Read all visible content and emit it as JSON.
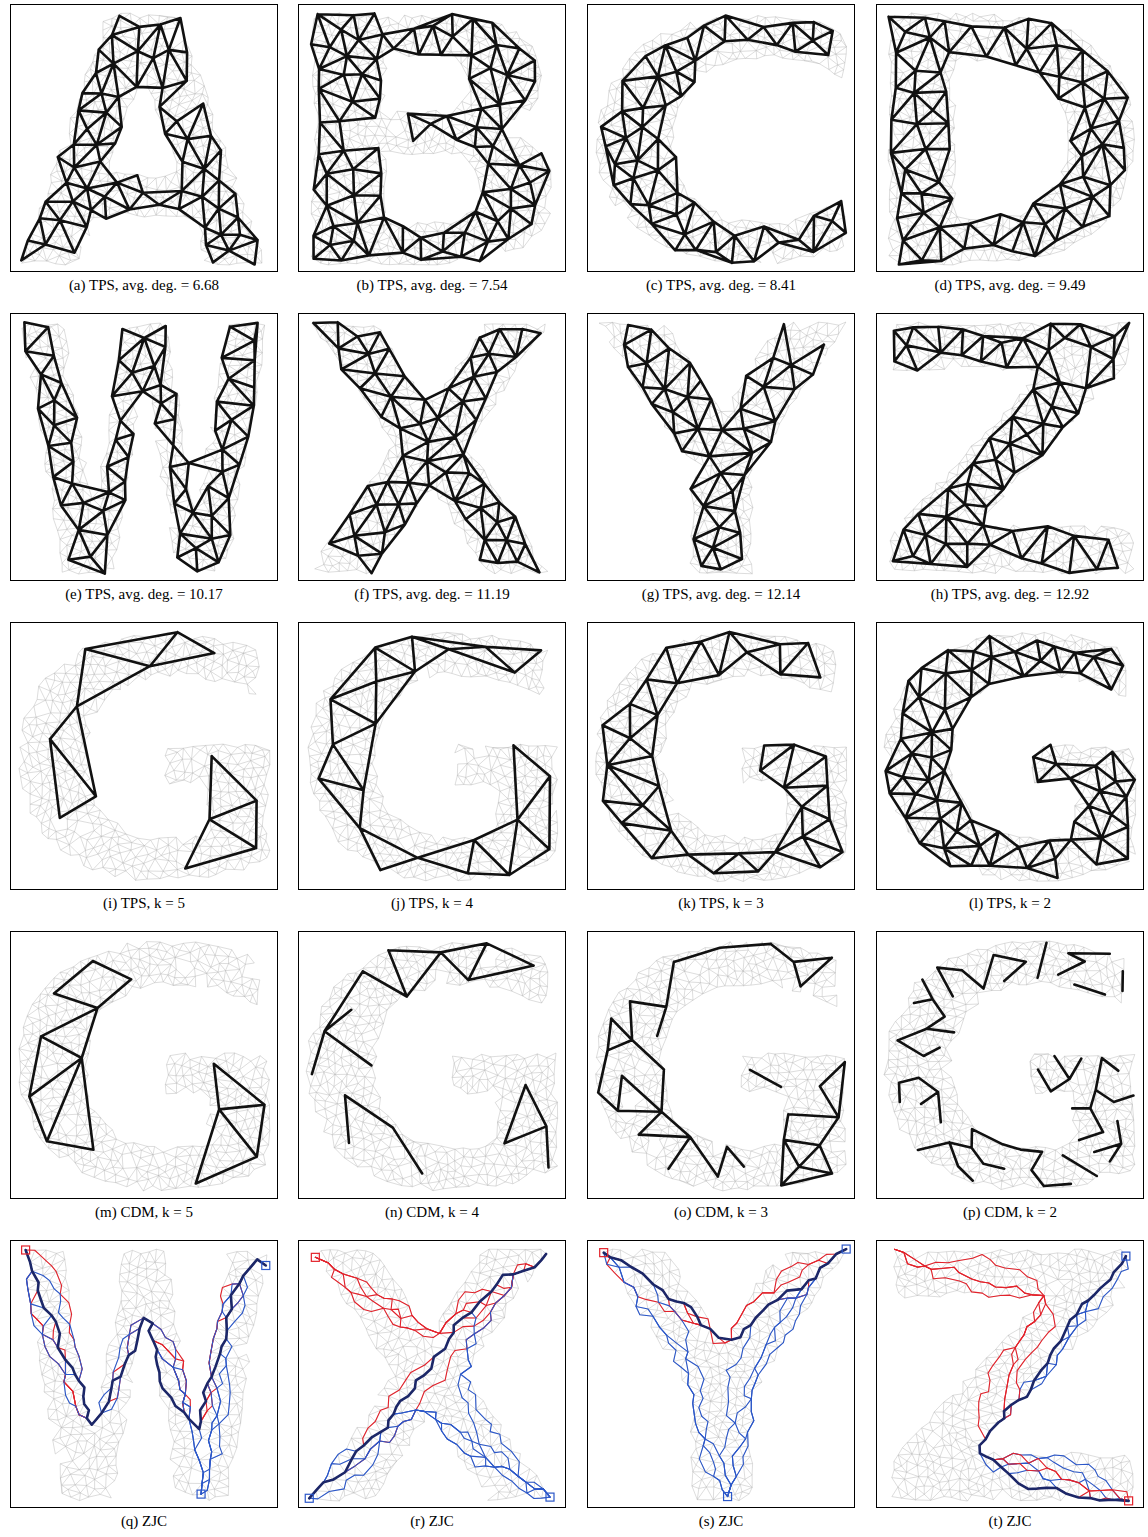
{
  "diagram": {
    "labels": [
      "(a) TPS, avg. deg. = 6.68",
      "(b) TPS, avg. deg. = 7.54",
      "(c) TPS, avg. deg. = 8.41",
      "(d) TPS, avg. deg. = 9.49",
      "(e) TPS, avg. deg. = 10.17",
      "(f) TPS, avg. deg. = 11.19",
      "(g) TPS, avg. deg. = 12.14",
      "(h) TPS, avg. deg. = 12.92",
      "(i) TPS, k = 5",
      "(j) TPS, k = 4",
      "(k) TPS, k = 3",
      "(l) TPS, k = 2",
      "(m) CDM, k = 5",
      "(n) CDM, k = 4",
      "(o) CDM, k = 3",
      "(p) CDM, k = 2",
      "(q) ZJC",
      "(r) ZJC",
      "(s) ZJC",
      "(t) ZJC"
    ]
  }
}
